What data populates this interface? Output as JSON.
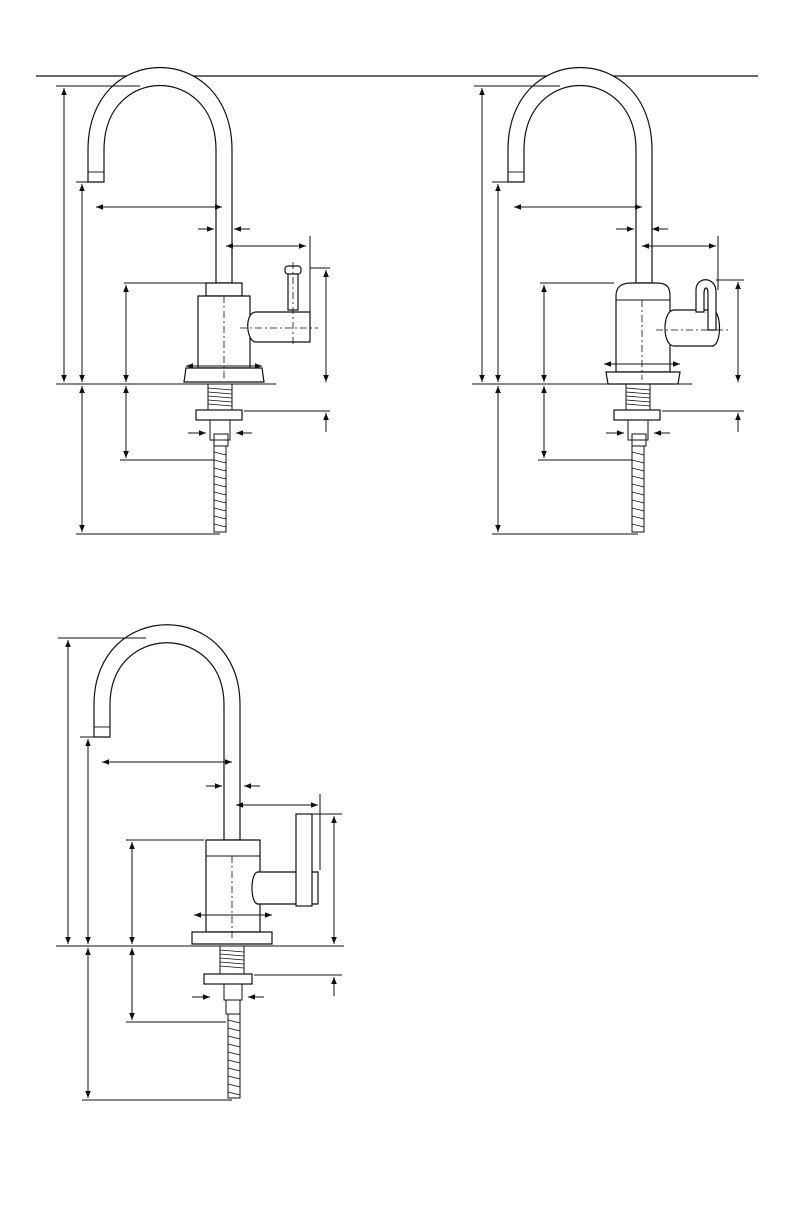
{
  "page": {
    "background": "#ffffff",
    "line_color": "#111111"
  },
  "figures": [
    {
      "id": "faucet-a",
      "handle_style": "pin-lever-handle-icon"
    },
    {
      "id": "faucet-b",
      "handle_style": "loop-lever-handle-icon"
    },
    {
      "id": "faucet-c",
      "handle_style": "bar-lever-handle-icon"
    }
  ]
}
